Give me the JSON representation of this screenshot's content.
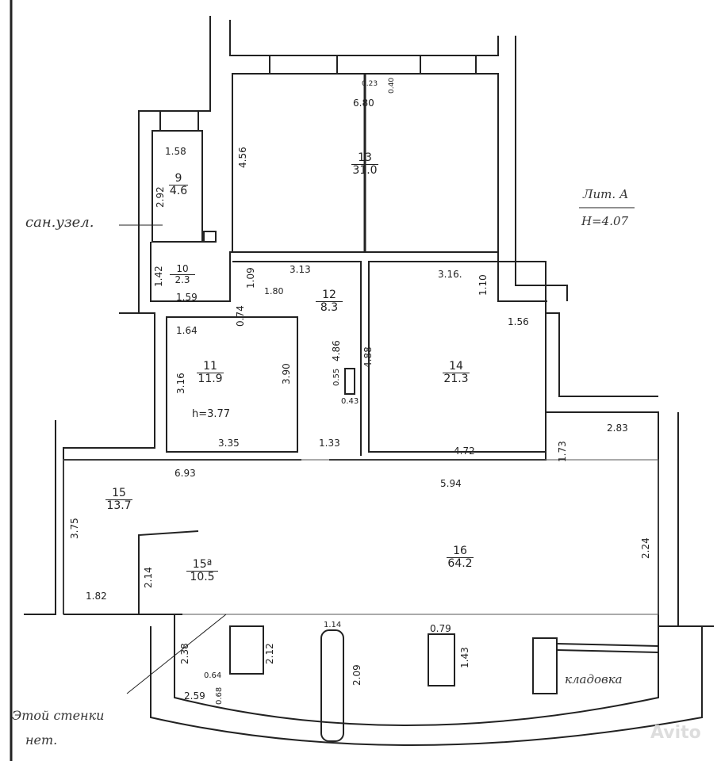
{
  "rooms": {
    "r9": {
      "num": "9",
      "area": "4.6"
    },
    "r10": {
      "num": "10",
      "area": "2.3"
    },
    "r11": {
      "num": "11",
      "area": "11.9"
    },
    "r12": {
      "num": "12",
      "area": "8.3"
    },
    "r13": {
      "num": "13",
      "area": "31.0"
    },
    "r14": {
      "num": "14",
      "area": "21.3"
    },
    "r15": {
      "num": "15",
      "area": "13.7"
    },
    "r15a": {
      "num": "15ª",
      "area": "10.5"
    },
    "r16": {
      "num": "16",
      "area": "64.2"
    }
  },
  "dims": [
    "1.58",
    "2.92",
    "4.56",
    "0.23",
    "0.40",
    "6.80",
    "1.42",
    "1.59",
    "1.09",
    "1.80",
    "3.13",
    "3.16.",
    "1.10",
    "1.56",
    "0.74",
    "1.64",
    "3.16",
    "3.90",
    "4.86",
    "4.88",
    "0.55",
    "0.43",
    "h=3.77",
    "3.35",
    "1.33",
    "4.72",
    "1.73",
    "2.83",
    "6.93",
    "5.94",
    "3.75",
    "2.14",
    "1.82",
    "2.24",
    "2.38",
    "2.12",
    "0.64",
    "0.68",
    "2.59",
    "1.14",
    "2.09",
    "0.79",
    "1.43"
  ],
  "notes": {
    "bathroom": "сан.узел.",
    "lit": "Лит. А",
    "height": "Н=4.07",
    "wall_note_1": "Этой стенки",
    "wall_note_2": "нет.",
    "storage": "кладовка",
    "watermark": "Avito"
  }
}
